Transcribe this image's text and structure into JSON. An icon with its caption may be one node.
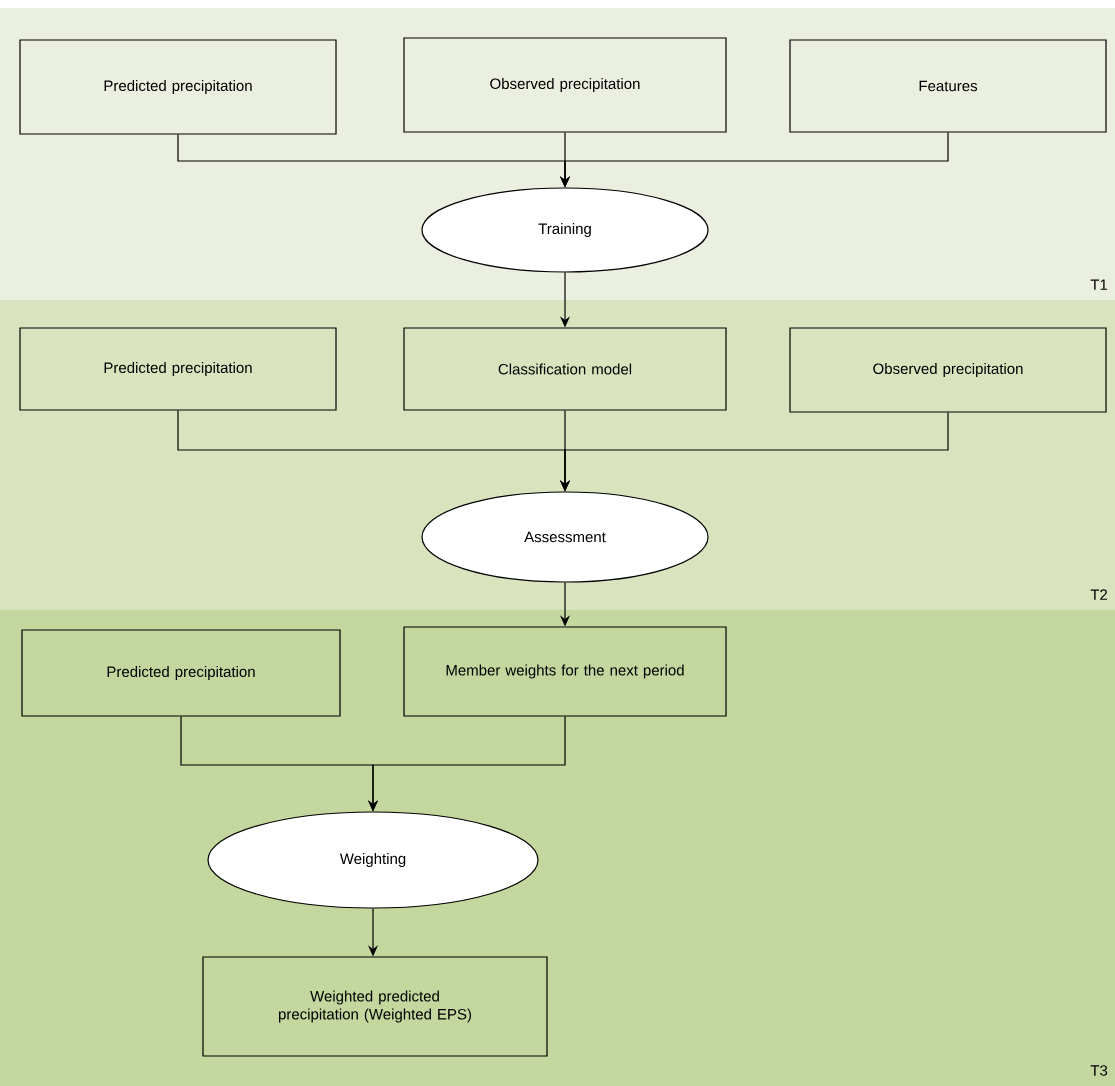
{
  "diagram": {
    "nodes": [
      {
        "text": [
          "T1"
        ]
      },
      {
        "text": [
          "Predicted precipitation"
        ],
        "in": 0
      },
      {
        "text": [
          "Observed precipitation"
        ],
        "in": 0
      },
      {
        "text": [
          "Features"
        ],
        "in": 0
      },
      {
        "text": [
          "Training"
        ],
        "in": 0
      },
      {
        "text": [
          "T2"
        ]
      },
      {
        "text": [
          "Predicted precipitation"
        ],
        "in": 5
      },
      {
        "text": [
          "Classification model"
        ],
        "in": 5
      },
      {
        "text": [
          "Observed precipitation"
        ],
        "in": 5
      },
      {
        "text": [
          "Assessment"
        ],
        "in": 5
      },
      {
        "text": [
          "T3"
        ]
      },
      {
        "text": [
          "Predicted precipitation"
        ],
        "in": 10
      },
      {
        "text": [
          "Member weights for the next period"
        ],
        "in": 10
      },
      {
        "text": [
          "Weighting"
        ],
        "in": 10
      },
      {
        "text": [
          "Weighted predicted precipitation (Weighted EPS)"
        ],
        "in": 10
      }
    ],
    "edges": [
      {
        "from": 1,
        "to": 4,
        "arrow": "to"
      },
      {
        "from": 2,
        "to": 4,
        "arrow": "to"
      },
      {
        "from": 3,
        "to": 4,
        "arrow": "to"
      },
      {
        "from": 4,
        "to": 7,
        "arrow": "to"
      },
      {
        "from": 6,
        "to": 9,
        "arrow": "to"
      },
      {
        "from": 7,
        "to": 9,
        "arrow": "to"
      },
      {
        "from": 8,
        "to": 9,
        "arrow": "to"
      },
      {
        "from": 9,
        "to": 12,
        "arrow": "to"
      },
      {
        "from": 11,
        "to": 13,
        "arrow": "to"
      },
      {
        "from": 12,
        "to": 13,
        "arrow": "to"
      },
      {
        "from": 13,
        "to": 14,
        "arrow": "to"
      }
    ]
  }
}
